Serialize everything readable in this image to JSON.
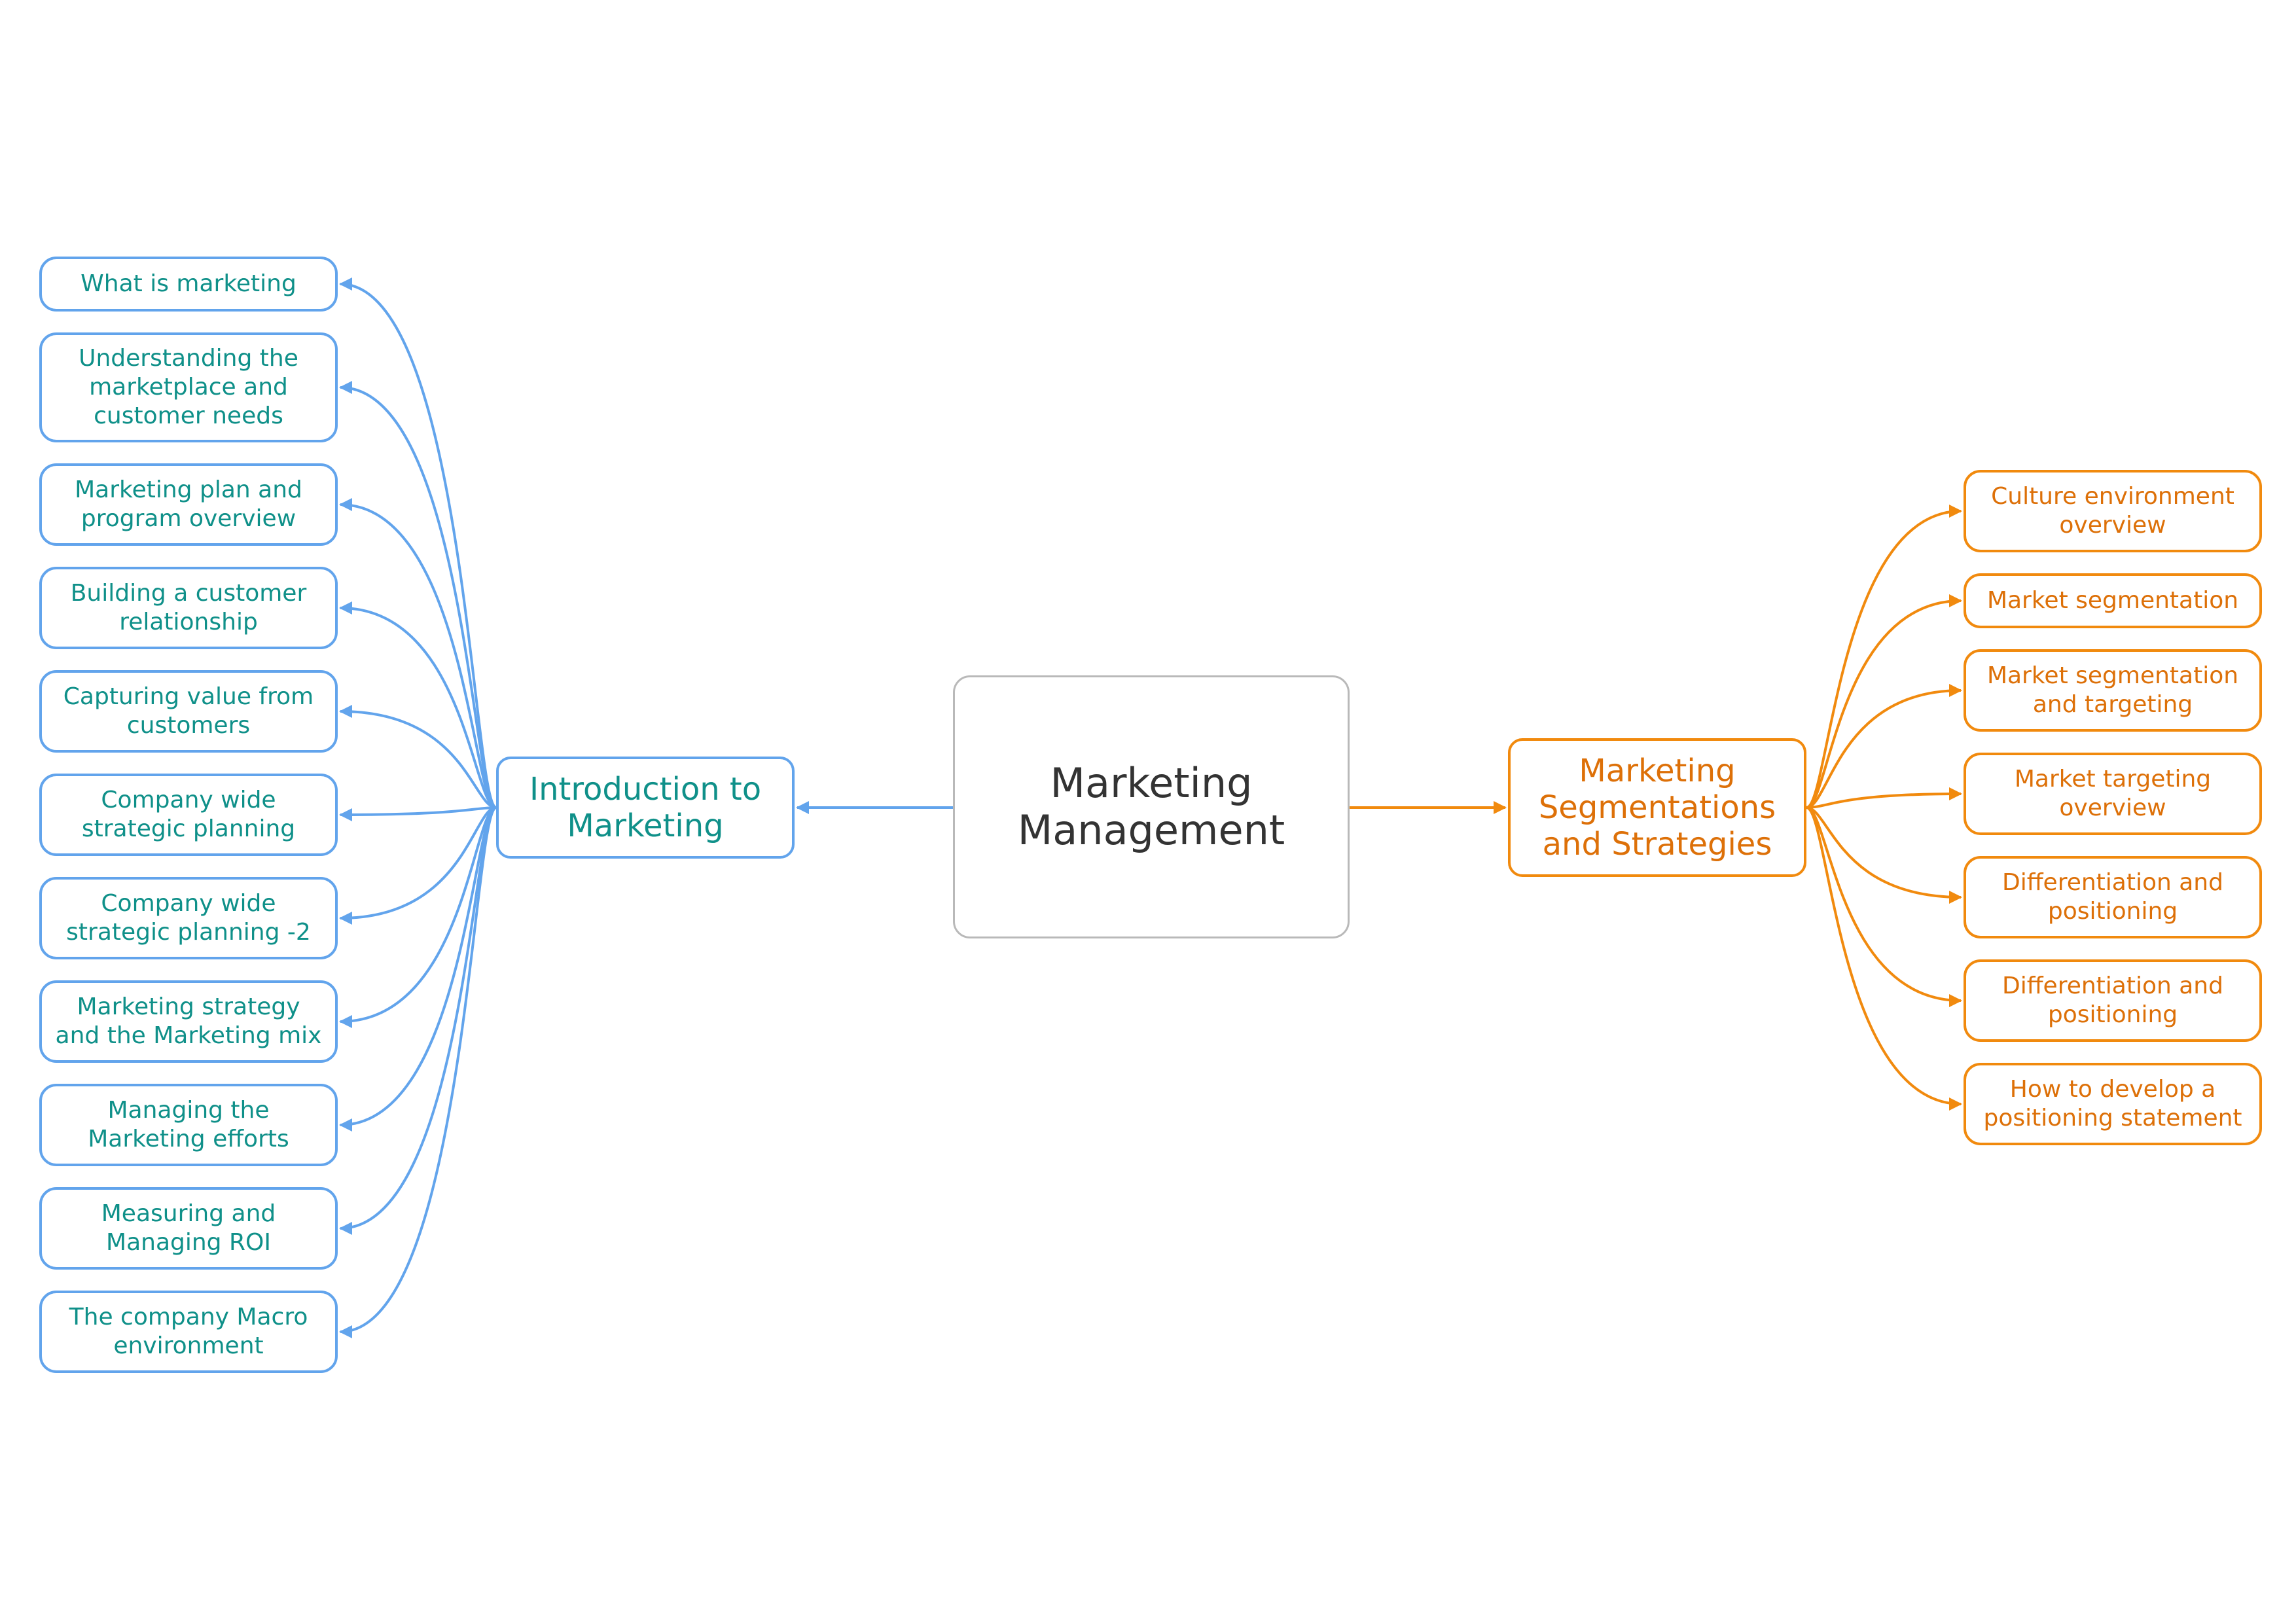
{
  "colors": {
    "left_accent": "#62a4ec",
    "left_text": "#0f9089",
    "right_accent": "#f18a0e",
    "right_text": "#dd7008",
    "root_border": "#b9b9b9",
    "root_text": "#333333"
  },
  "root": {
    "label": "Marketing\nManagement"
  },
  "left_branch": {
    "label": "Introduction to\nMarketing",
    "children": [
      {
        "label": "What is marketing"
      },
      {
        "label": "Understanding the\nmarketplace and\ncustomer needs"
      },
      {
        "label": "Marketing plan and\nprogram overview"
      },
      {
        "label": "Building a customer\nrelationship"
      },
      {
        "label": "Capturing value from\ncustomers"
      },
      {
        "label": "Company wide\nstrategic planning"
      },
      {
        "label": "Company wide\nstrategic planning  -2"
      },
      {
        "label": "Marketing strategy\nand the Marketing mix"
      },
      {
        "label": "Managing the\nMarketing efforts"
      },
      {
        "label": "Measuring and\nManaging ROI"
      },
      {
        "label": "The company Macro\nenvironment"
      }
    ]
  },
  "right_branch": {
    "label": "Marketing\nSegmentations\nand Strategies",
    "children": [
      {
        "label": "Culture environment\noverview"
      },
      {
        "label": "Market segmentation"
      },
      {
        "label": "Market segmentation\nand targeting"
      },
      {
        "label": "Market targeting\noverview"
      },
      {
        "label": "Differentiation and\npositioning"
      },
      {
        "label": "Differentiation and\npositioning"
      },
      {
        "label": "How to develop a\npositioning statement"
      }
    ]
  }
}
